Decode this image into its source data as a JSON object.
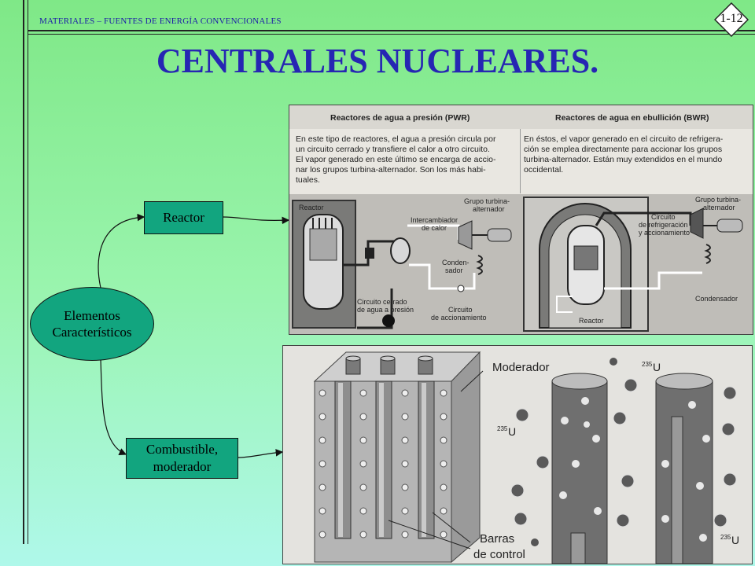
{
  "header": {
    "text": "MATERIALES – FUENTES DE ENERGÍA CONVENCIONALES",
    "page_number": "1-12"
  },
  "title": "CENTRALES NUCLEARES.",
  "diagram": {
    "root": [
      "Elementos",
      "Característicos"
    ],
    "reactor_box": "Reactor",
    "fuel_box": [
      "Combustible,",
      "moderador"
    ]
  },
  "reactor_figure": {
    "pwr_heading": "Reactores de agua a presión (PWR)",
    "pwr_text": [
      "En este tipo de reactores, el agua a presión circula por",
      "un circuito cerrado y transfiere el calor a otro circuito.",
      "El vapor generado en este último se encarga de accio-",
      "nar los grupos turbina-alternador. Son los más habi-",
      "tuales."
    ],
    "bwr_heading": "Reactores de agua en ebullición (BWR)",
    "bwr_text": [
      "En éstos, el vapor generado en el circuito de refrigera-",
      "ción se emplea directamente para accionar los grupos",
      "turbina-alternador. Están muy extendidos en el mundo",
      "occidental."
    ],
    "labels": {
      "reactor_left": "Reactor",
      "intercambiador_1": "Intercambiador",
      "intercambiador_2": "de calor",
      "grupo_left_1": "Grupo turbina-",
      "grupo_left_2": "alternador",
      "condensador_left_1": "Conden-",
      "condensador_left_2": "sador",
      "circuito_cerrado_1": "Circuito cerrado",
      "circuito_cerrado_2": "de agua a presión",
      "circuito_acc_1": "Circuito",
      "circuito_acc_2": "de accionamiento",
      "grupo_right_1": "Grupo turbina-",
      "grupo_right_2": "alternador",
      "circuito_ref_1": "Circuito",
      "circuito_ref_2": "de refrigeración",
      "circuito_ref_3": "y accionamiento",
      "reactor_right": "Reactor",
      "condensador_right": "Condensador"
    }
  },
  "core_figure": {
    "moderador": "Moderador",
    "barras_1": "Barras",
    "barras_2": "de control",
    "isotope_sup": "235",
    "isotope": "U"
  },
  "colors": {
    "title": "#2626b3",
    "header": "#1c1ca8",
    "box_fill": "#12a57f"
  }
}
